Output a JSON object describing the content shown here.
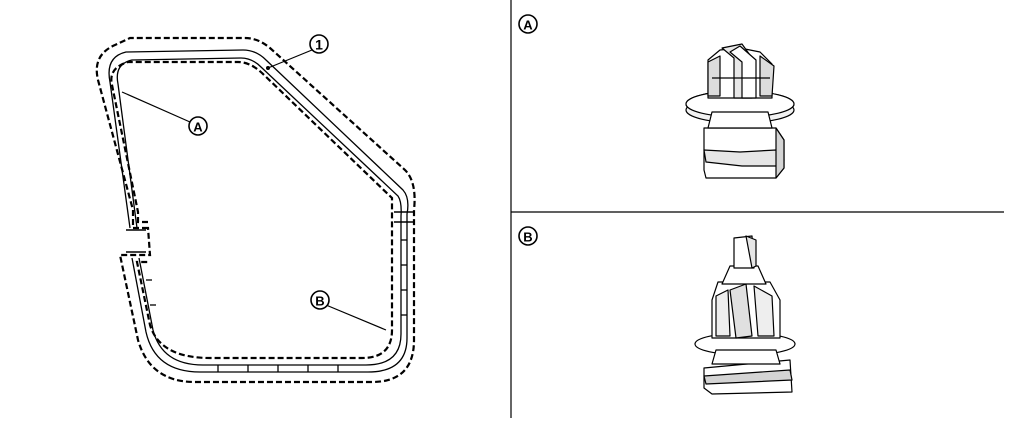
{
  "callouts": {
    "part_number": "1",
    "clip_a": "A",
    "clip_b": "B"
  },
  "panels": {
    "clip_a_label": "A",
    "clip_b_label": "B"
  },
  "colors": {
    "line": "#000000",
    "fill_light": "#ffffff",
    "shade": "#cfcfcf"
  }
}
